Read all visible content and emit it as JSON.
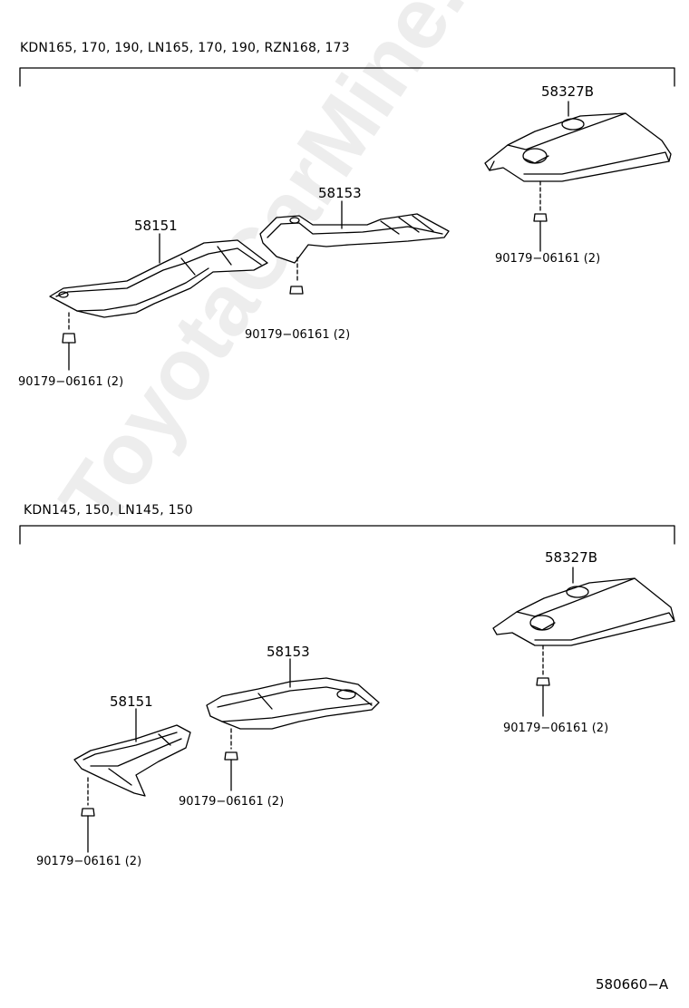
{
  "sections": [
    {
      "header": "KDN165, 170, 190, LN165, 170, 190, RZN168, 173",
      "parts": {
        "p58327b": "58327B",
        "p58153": "58153",
        "p58151": "58151",
        "clip_a": "90179−06161 (2)",
        "clip_b": "90179−06161 (2)",
        "clip_c": "90179−06161 (2)"
      }
    },
    {
      "header": "KDN145, 150, LN145, 150",
      "parts": {
        "p58327b": "58327B",
        "p58153": "58153",
        "p58151": "58151",
        "clip_a": "90179−06161 (2)",
        "clip_b": "90179−06161 (2)",
        "clip_c": "90179−06161 (2)"
      }
    }
  ],
  "watermark": "ToyotaCarMine.ru",
  "figure_code": "580660−A"
}
